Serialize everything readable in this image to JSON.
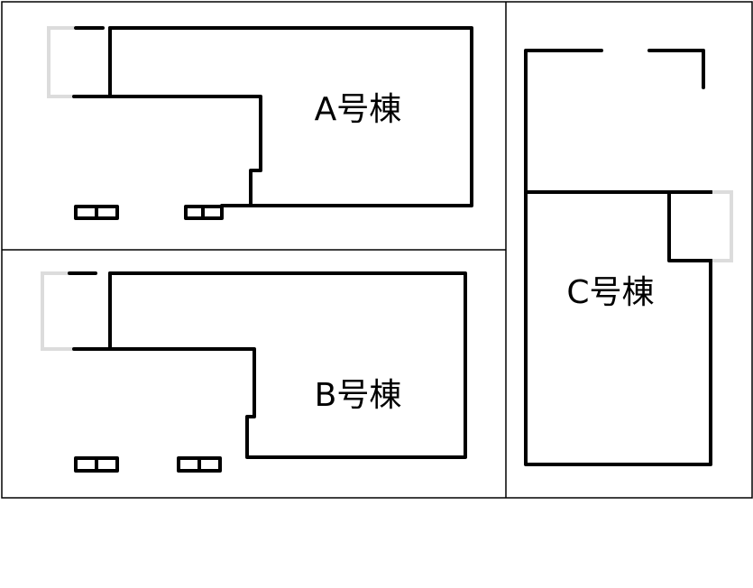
{
  "buildings": [
    {
      "id": "A",
      "label": "A号棟"
    },
    {
      "id": "B",
      "label": "B号棟"
    },
    {
      "id": "C",
      "label": "C号棟"
    }
  ]
}
